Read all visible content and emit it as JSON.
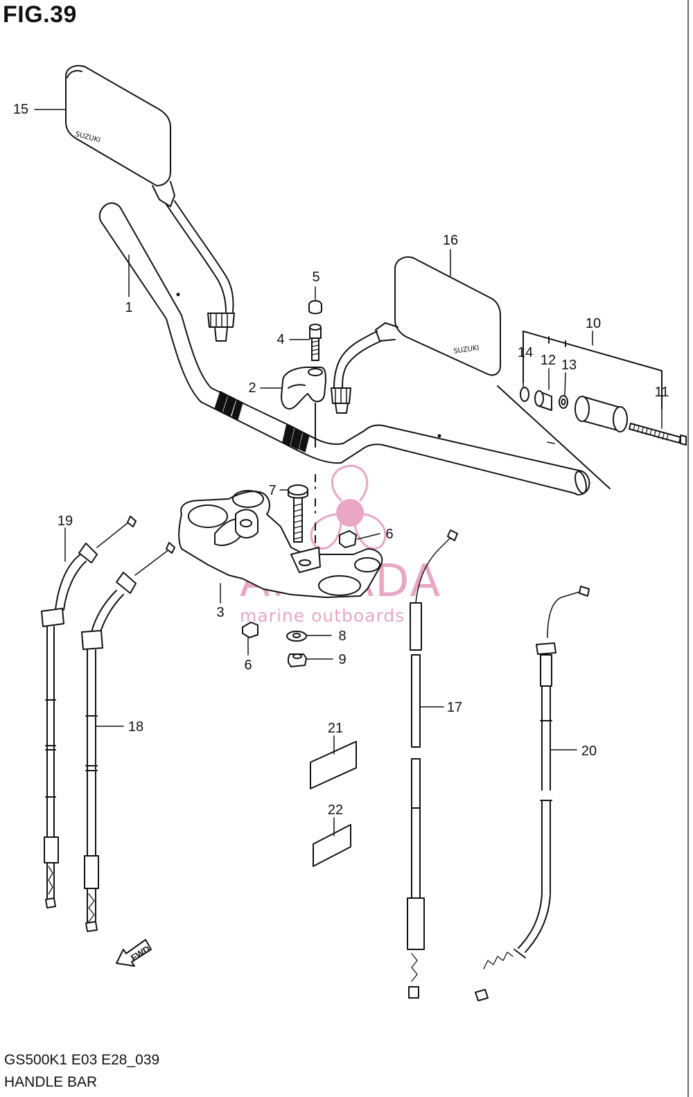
{
  "figure": {
    "title": "FIG.39",
    "model_code": "GS500K1 E03 E28_039",
    "caption": "HANDLE BAR"
  },
  "mirror_brand": "SUZUKI",
  "watermark": {
    "name": "ARMADA",
    "tagline": "marine outboards",
    "color": "#e9a6c5"
  },
  "forward_marker": "FWD",
  "callouts": [
    "1",
    "2",
    "3",
    "4",
    "5",
    "6",
    "6",
    "7",
    "8",
    "9",
    "10",
    "11",
    "12",
    "13",
    "14",
    "15",
    "16",
    "17",
    "18",
    "19",
    "20",
    "21",
    "22"
  ]
}
